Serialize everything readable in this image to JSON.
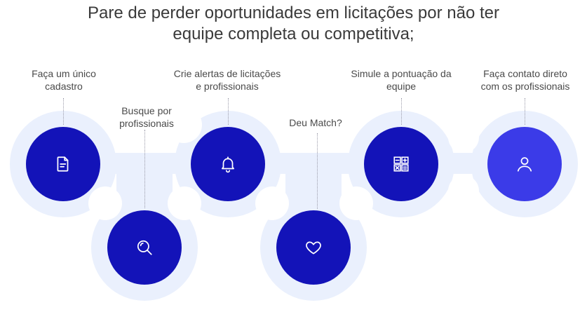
{
  "headline": {
    "line1": "Pare de perder oportunidades em licitações por não ter",
    "line2": "equipe completa ou competitiva;"
  },
  "colors": {
    "track": "#eaf0fd",
    "node_dark": "#1313b8",
    "node_light": "#3b3be8",
    "icon": "#ffffff",
    "connector": "#9a9aa8"
  },
  "steps": [
    {
      "id": "cadastro",
      "label_line1": "Faça um único",
      "label_line2": "cadastro",
      "icon": "document-icon"
    },
    {
      "id": "busque",
      "label_line1": "Busque por",
      "label_line2": "profissionais",
      "icon": "search-icon"
    },
    {
      "id": "alertas",
      "label_line1": "Crie alertas de licitações",
      "label_line2": "e profissionais",
      "icon": "bell-icon"
    },
    {
      "id": "match",
      "label_line1": "Deu Match?",
      "label_line2": "",
      "icon": "heart-icon"
    },
    {
      "id": "simule",
      "label_line1": "Simule a pontuação da",
      "label_line2": "equipe",
      "icon": "calculator-icon"
    },
    {
      "id": "contato",
      "label_line1": "Faça contato direto",
      "label_line2": "com os profissionais",
      "icon": "user-icon"
    }
  ]
}
